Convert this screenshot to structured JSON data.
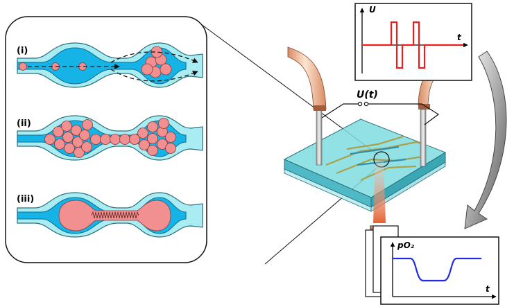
{
  "panels": {
    "i": "(i)",
    "ii": "(ii)",
    "iii": "(iii)"
  },
  "voltage_label": "U(t)",
  "top_plot": {
    "ylabel": "U",
    "xlabel": "t"
  },
  "bottom_plot": {
    "ylabel": "pO₂",
    "xlabel": "t"
  },
  "colors": {
    "channel_light": "#a9ecf2",
    "channel_dark": "#16b4e6",
    "droplet": "#f28f91",
    "voltage_line": "#ee1c1c",
    "signal_line": "#1e2ce6",
    "chip": "#7fdde0"
  }
}
